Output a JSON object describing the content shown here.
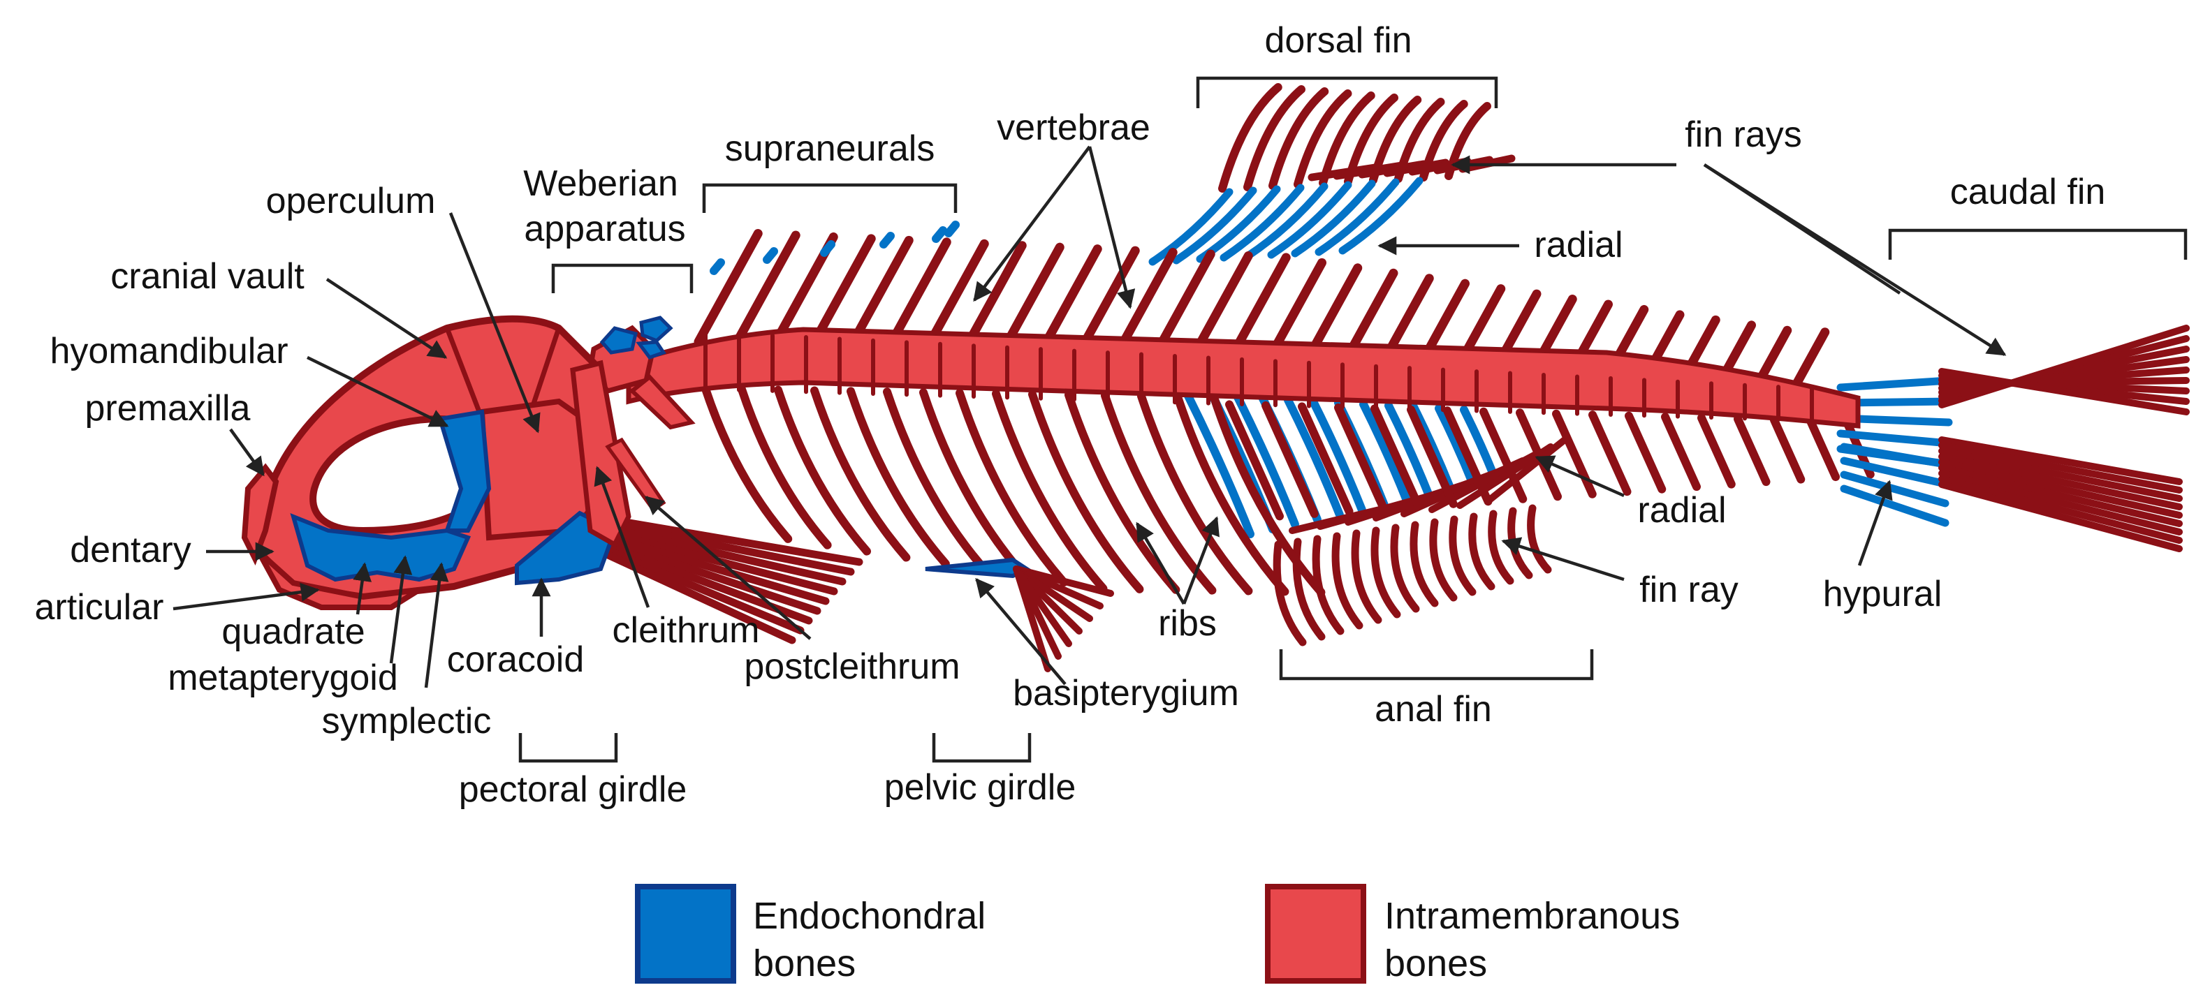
{
  "colors": {
    "endochondral_fill": "#0373c7",
    "endochondral_stroke": "#0d3a8c",
    "intramembranous_fill": "#e8484c",
    "intramembranous_stroke": "#8c1016",
    "text": "#111111",
    "pointer": "#222222"
  },
  "labels": {
    "dorsal_fin": "dorsal fin",
    "fin_rays": "fin rays",
    "caudal_fin": "caudal fin",
    "vertebrae": "vertebrae",
    "supraneurals": "supraneurals",
    "weberian_1": "Weberian",
    "weberian_2": "apparatus",
    "operculum": "operculum",
    "cranial_vault": "cranial vault",
    "hyomandibular": "hyomandibular",
    "premaxilla": "premaxilla",
    "dentary": "dentary",
    "articular": "articular",
    "quadrate": "quadrate",
    "metapterygoid": "metapterygoid",
    "symplectic": "symplectic",
    "coracoid": "coracoid",
    "cleithrum": "cleithrum",
    "postcleithrum": "postcleithrum",
    "basipterygium": "basipterygium",
    "ribs": "ribs",
    "radial_dorsal": "radial",
    "radial_anal": "radial",
    "fin_ray": "fin ray",
    "hypural": "hypural",
    "anal_fin": "anal fin",
    "pectoral_girdle": "pectoral girdle",
    "pelvic_girdle": "pelvic girdle"
  },
  "legend": {
    "endochondral_1": "Endochondral",
    "endochondral_2": "bones",
    "intramembranous_1": "Intramembranous",
    "intramembranous_2": "bones"
  }
}
